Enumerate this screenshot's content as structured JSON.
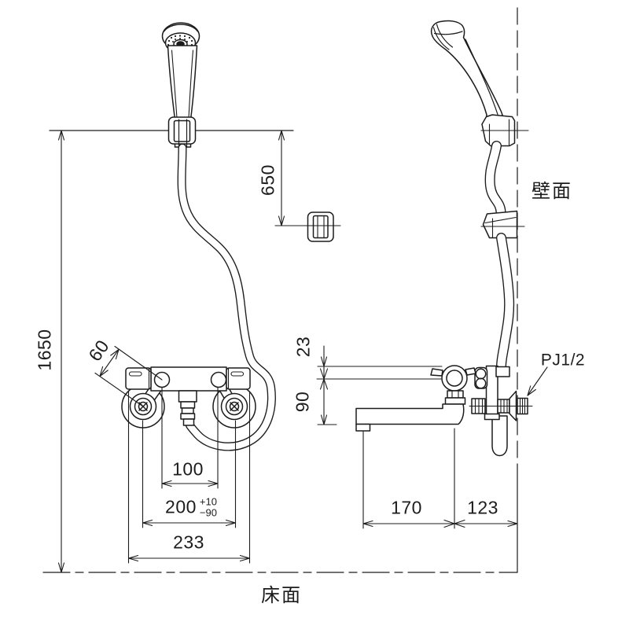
{
  "drawing": {
    "labels": {
      "wall_surface": "壁面",
      "floor_surface": "床面",
      "thread_spec": "PJ1/2"
    },
    "dimensions": {
      "overall_height": "1650",
      "hook_to_holder": "650",
      "leg_length": "60",
      "inlet_pitch": "100",
      "mount_pitch": "200",
      "mount_pitch_tol_plus": "+10",
      "mount_pitch_tol_minus": "−90",
      "body_width": "233",
      "top_offset": "23",
      "spout_drop": "90",
      "spout_reach": "170",
      "wall_offset": "123"
    }
  }
}
